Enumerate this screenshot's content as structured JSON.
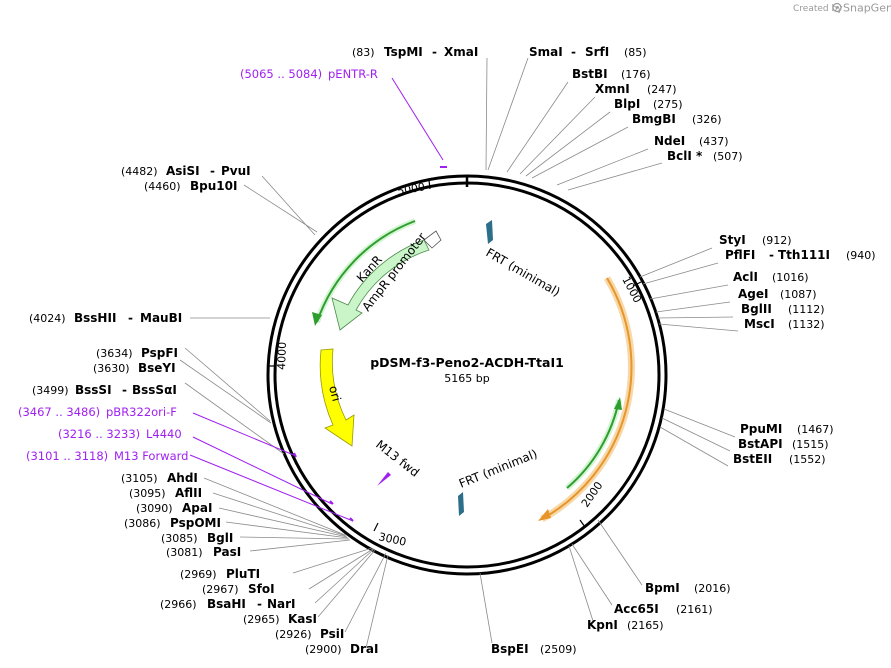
{
  "credit": {
    "prefix": "Created by",
    "brand": "SnapGene"
  },
  "plasmid": {
    "name": "pDSM-f3-Peno2-ACDH-TtaI1",
    "size_label": "5165 bp"
  },
  "ticks": [
    "1000",
    "2000",
    "3000",
    "4000",
    "5000"
  ],
  "features": {
    "kanr": "KanR",
    "ampr_promoter": "AmpR promoter",
    "ori": "ori",
    "m13_fwd": "M13 fwd",
    "frt_top": "FRT (minimal)",
    "frt_bottom": "FRT (minimal)"
  },
  "colors": {
    "kanr": "#c9f5c9",
    "ori": "#ffff00",
    "orange": "#f0a030",
    "green": "#2e9e2e",
    "frt": "#2d6e8a",
    "primer": "#a020f0"
  },
  "labels": {
    "tspmi": {
      "pos": "(83)",
      "name": "TspMI",
      "alt": "XmaI"
    },
    "smai": {
      "pos": "(85)",
      "name": "SmaI",
      "alt": "SrfI"
    },
    "bstbi": {
      "pos": "(176)",
      "name": "BstBI"
    },
    "xmni": {
      "pos": "(247)",
      "name": "XmnI"
    },
    "blpi": {
      "pos": "(275)",
      "name": "BlpI"
    },
    "bmgbi": {
      "pos": "(326)",
      "name": "BmgBI"
    },
    "ndei": {
      "pos": "(437)",
      "name": "NdeI"
    },
    "bcli": {
      "pos": "(507)",
      "name": "BclI *"
    },
    "styi": {
      "pos": "(912)",
      "name": "StyI"
    },
    "pflfi": {
      "pos": "(940)",
      "name": "PflFI",
      "alt": "Tth111I"
    },
    "acli": {
      "pos": "(1016)",
      "name": "AclI"
    },
    "agei": {
      "pos": "(1087)",
      "name": "AgeI"
    },
    "bglii": {
      "pos": "(1112)",
      "name": "BglII"
    },
    "msci": {
      "pos": "(1132)",
      "name": "MscI"
    },
    "ppumi": {
      "pos": "(1467)",
      "name": "PpuMI"
    },
    "bstapi": {
      "pos": "(1515)",
      "name": "BstAPI"
    },
    "bsteii": {
      "pos": "(1552)",
      "name": "BstEII"
    },
    "bpmi": {
      "pos": "(2016)",
      "name": "BpmI"
    },
    "acc65i": {
      "pos": "(2161)",
      "name": "Acc65I"
    },
    "kpni": {
      "pos": "(2165)",
      "name": "KpnI"
    },
    "bspei": {
      "pos": "(2509)",
      "name": "BspEI"
    },
    "drai": {
      "pos": "(2900)",
      "name": "DraI"
    },
    "psii": {
      "pos": "(2926)",
      "name": "PsiI"
    },
    "kasi": {
      "pos": "(2965)",
      "name": "KasI"
    },
    "bsahi": {
      "pos": "(2966)",
      "name": "BsaHI",
      "alt": "NarI"
    },
    "sfoi": {
      "pos": "(2967)",
      "name": "SfoI"
    },
    "pluti": {
      "pos": "(2969)",
      "name": "PluTI"
    },
    "pasi": {
      "pos": "(3081)",
      "name": "PasI"
    },
    "bgli": {
      "pos": "(3085)",
      "name": "BglI"
    },
    "pspomi": {
      "pos": "(3086)",
      "name": "PspOMI"
    },
    "apai": {
      "pos": "(3090)",
      "name": "ApaI"
    },
    "aflii": {
      "pos": "(3095)",
      "name": "AflII"
    },
    "ahdi": {
      "pos": "(3105)",
      "name": "AhdI"
    },
    "m13f": {
      "pos": "(3101 .. 3118)",
      "name": "M13 Forward"
    },
    "l4440": {
      "pos": "(3216 .. 3233)",
      "name": "L4440"
    },
    "pbr322": {
      "pos": "(3467 .. 3486)",
      "name": "pBR322ori-F"
    },
    "bsssi": {
      "pos": "(3499)",
      "name": "BssSI",
      "alt": "BssSαI"
    },
    "bseyi": {
      "pos": "(3630)",
      "name": "BseYI"
    },
    "pspfi": {
      "pos": "(3634)",
      "name": "PspFI"
    },
    "bsshii": {
      "pos": "(4024)",
      "name": "BssHII",
      "alt": "MauBI"
    },
    "bpu10i": {
      "pos": "(4460)",
      "name": "Bpu10I"
    },
    "asisi": {
      "pos": "(4482)",
      "name": "AsiSI",
      "alt": "PvuI"
    },
    "pentr": {
      "pos": "(5065 .. 5084)",
      "name": "pENTR-R"
    }
  }
}
